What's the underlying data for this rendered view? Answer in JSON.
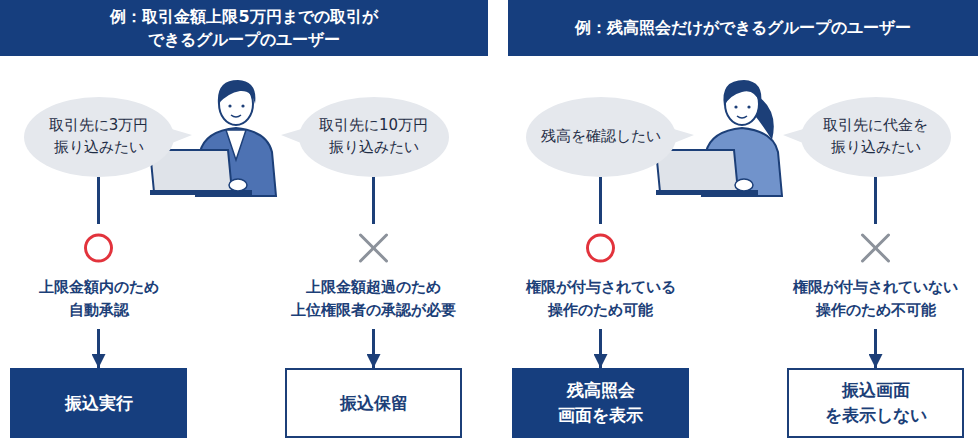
{
  "diagram": {
    "nodes": [
      {
        "text": [
          "例：取引金額上限5万円までの取引が できるグループのユーザー"
        ]
      },
      {
        "text": [
          "例：残高照会だけができるグループのユーザー"
        ]
      },
      {
        "text": [
          "取引先に3万円 振り込みたい"
        ]
      },
      {
        "text": [
          "取引先に10万円 振り込みたい"
        ]
      },
      {
        "text": [
          "残高を確認したい"
        ]
      },
      {
        "text": [
          "取引先に代金を 振り込みたい"
        ]
      },
      {
        "text": [
          "振込実行"
        ]
      },
      {
        "text": [
          "振込保留"
        ]
      },
      {
        "text": [
          "残高照会 画面を表示"
        ]
      },
      {
        "text": [
          "振込画面 を表示しない"
        ]
      }
    ],
    "edges": [
      {
        "from": 2,
        "to": 6,
        "arrow": "to",
        "label": "上限金額内のため 自動承認"
      },
      {
        "from": 3,
        "to": 7,
        "arrow": "to",
        "label": "上限金額超過のため 上位権限者の承認が必要"
      },
      {
        "from": 4,
        "to": 8,
        "arrow": "to",
        "label": "権限が付与されている 操作のため可能"
      },
      {
        "from": 5,
        "to": 9,
        "arrow": "to",
        "label": "権限が付与されていない 操作のため不可能"
      }
    ]
  }
}
